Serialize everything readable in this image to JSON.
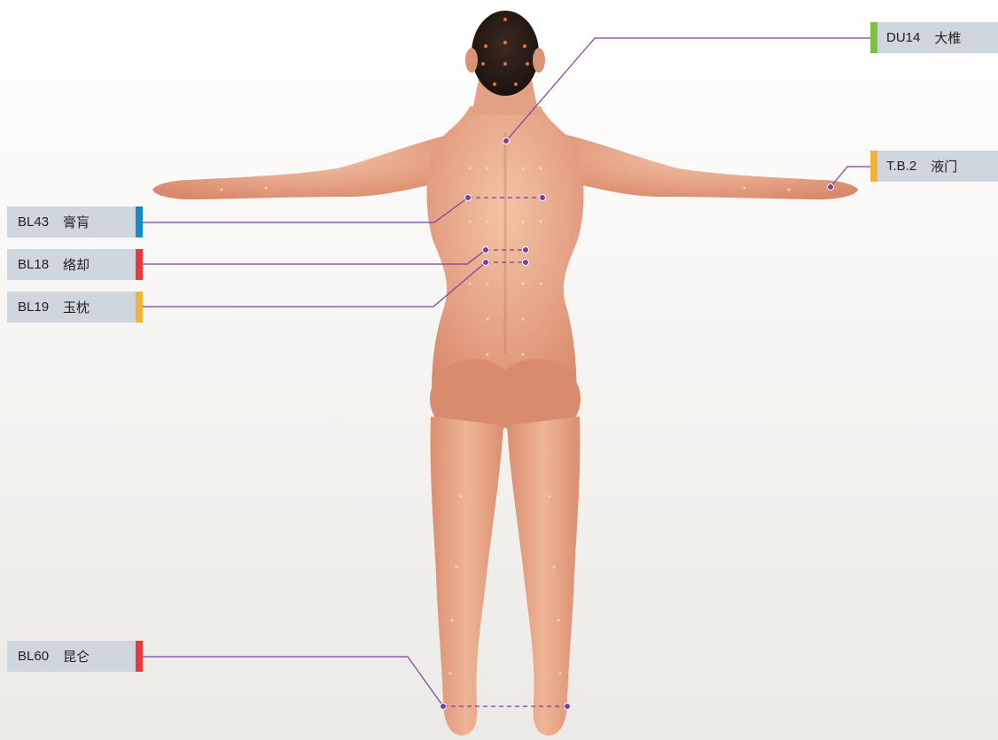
{
  "colors": {
    "leader_line": "#7b3fa0",
    "point_glow": "#ffb070",
    "skin": "#e9a98c",
    "hair": "#2a1c17"
  },
  "points": [
    {
      "code": "DU14",
      "name": "大椎",
      "color": "#7dc142"
    },
    {
      "code": "T.B.2",
      "name": "液门",
      "color": "#f5b335"
    },
    {
      "code": "BL43",
      "name": "膏肓",
      "color": "#1589c9"
    },
    {
      "code": "BL18",
      "name": "络却",
      "color": "#e8393e"
    },
    {
      "code": "BL19",
      "name": "玉枕",
      "color": "#f5b335"
    },
    {
      "code": "BL60",
      "name": "昆仑",
      "color": "#e8393e"
    }
  ]
}
